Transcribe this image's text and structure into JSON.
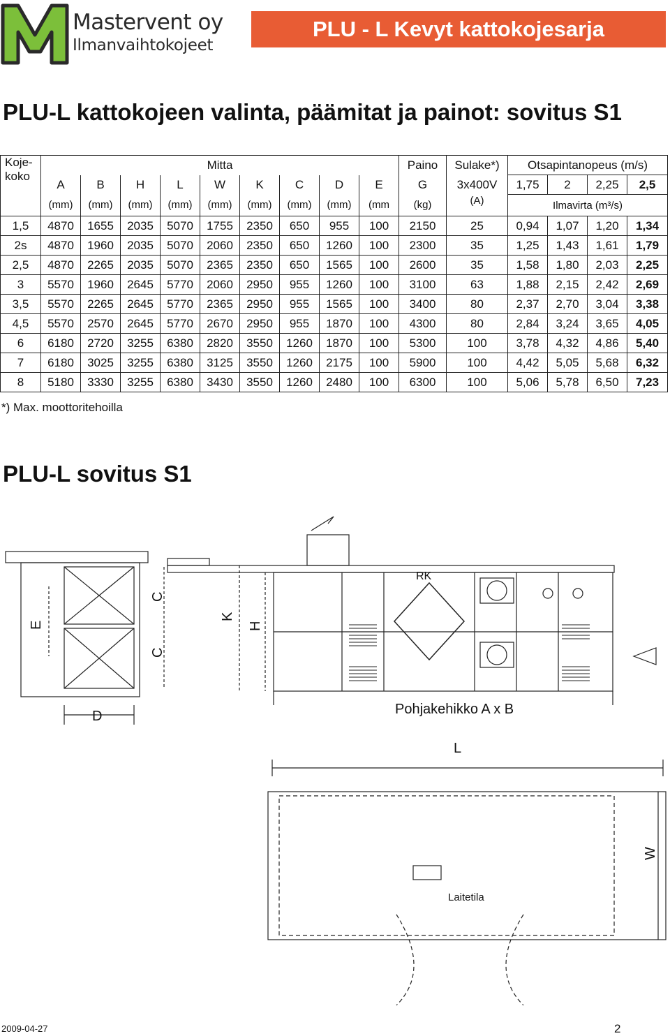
{
  "header": {
    "company": "Mastervent oy",
    "subtitle": "Ilmanvaihtokojeet",
    "banner": "PLU - L  Kevyt kattokojesarja",
    "brand_color": "#e85c34",
    "logo_color": "#7cbf3a"
  },
  "title": "PLU-L kattokojeen valinta, päämitat ja painot: sovitus S1",
  "table": {
    "h_size": "Koje-koko",
    "h_mitta": "Mitta",
    "h_paino": "Paino",
    "h_sulake": "Sulake*)",
    "h_otsapinta": "Otsapintanopeus (m/s)",
    "cols": [
      "A",
      "B",
      "H",
      "L",
      "W",
      "K",
      "C",
      "D",
      "E",
      "G"
    ],
    "sulake_voltage": "3x400V",
    "sulake_unit": "(A)",
    "velocities": [
      "1,75",
      "2",
      "2,25",
      "2,5"
    ],
    "units": [
      "(mm)",
      "(mm)",
      "(mm)",
      "(mm)",
      "(mm)",
      "(mm)",
      "(mm)",
      "(mm)",
      "(mm",
      "(kg)"
    ],
    "ilmavirta": "Ilmavirta (m³/s)",
    "rows": [
      [
        "1,5",
        "4870",
        "1655",
        "2035",
        "5070",
        "1755",
        "2350",
        "650",
        "955",
        "100",
        "2150",
        "25",
        "0,94",
        "1,07",
        "1,20",
        "1,34"
      ],
      [
        "2s",
        "4870",
        "1960",
        "2035",
        "5070",
        "2060",
        "2350",
        "650",
        "1260",
        "100",
        "2300",
        "35",
        "1,25",
        "1,43",
        "1,61",
        "1,79"
      ],
      [
        "2,5",
        "4870",
        "2265",
        "2035",
        "5070",
        "2365",
        "2350",
        "650",
        "1565",
        "100",
        "2600",
        "35",
        "1,58",
        "1,80",
        "2,03",
        "2,25"
      ],
      [
        "3",
        "5570",
        "1960",
        "2645",
        "5770",
        "2060",
        "2950",
        "955",
        "1260",
        "100",
        "3100",
        "63",
        "1,88",
        "2,15",
        "2,42",
        "2,69"
      ],
      [
        "3,5",
        "5570",
        "2265",
        "2645",
        "5770",
        "2365",
        "2950",
        "955",
        "1565",
        "100",
        "3400",
        "80",
        "2,37",
        "2,70",
        "3,04",
        "3,38"
      ],
      [
        "4,5",
        "5570",
        "2570",
        "2645",
        "5770",
        "2670",
        "2950",
        "955",
        "1870",
        "100",
        "4300",
        "80",
        "2,84",
        "3,24",
        "3,65",
        "4,05"
      ],
      [
        "6",
        "6180",
        "2720",
        "3255",
        "6380",
        "2820",
        "3550",
        "1260",
        "1870",
        "100",
        "5300",
        "100",
        "3,78",
        "4,32",
        "4,86",
        "5,40"
      ],
      [
        "7",
        "6180",
        "3025",
        "3255",
        "6380",
        "3125",
        "3550",
        "1260",
        "2175",
        "100",
        "5900",
        "100",
        "4,42",
        "5,05",
        "5,68",
        "6,32"
      ],
      [
        "8",
        "5180",
        "3330",
        "3255",
        "6380",
        "3430",
        "3550",
        "1260",
        "2480",
        "100",
        "6300",
        "100",
        "5,06",
        "5,78",
        "6,50",
        "7,23"
      ]
    ]
  },
  "footnote": "*) Max. moottoritehoilla",
  "section2": "PLU-L sovitus S1",
  "diagram": {
    "label_E": "E",
    "label_C": "C",
    "label_K": "K",
    "label_H": "H",
    "label_D": "D",
    "label_RK": "RK",
    "label_grid": "Pohjakehikko A x B",
    "label_L": "L",
    "label_W": "W",
    "label_laitetila": "Laitetila"
  },
  "footer": {
    "date": "2009-04-27",
    "page": "2"
  }
}
